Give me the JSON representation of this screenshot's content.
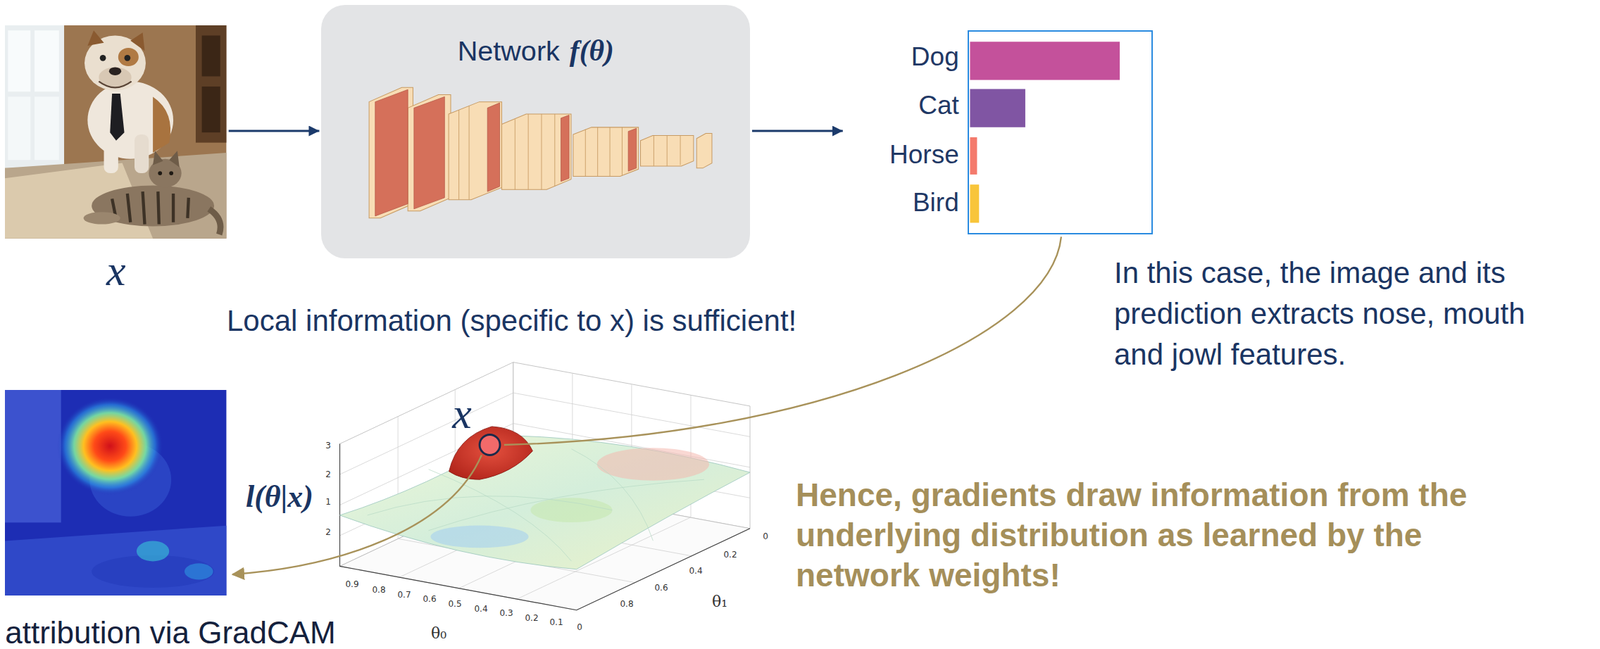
{
  "diagram": {
    "nodes": [
      {
        "text": [
          "x"
        ]
      },
      {
        "text": [
          "Network",
          "f(θ)"
        ]
      },
      {
        "text": [
          "Dog",
          "Cat",
          "Horse",
          "Bird"
        ]
      },
      {
        "text": [
          "attribution via GradCAM"
        ]
      }
    ],
    "edges": [
      {
        "from": 0,
        "to": 1,
        "arrow": "to"
      },
      {
        "from": 1,
        "to": 2,
        "arrow": "to"
      }
    ],
    "labels": [
      "Local information (specific to x) is sufficient!",
      "In this case, the image and its prediction extracts nose, mouth and jowl features.",
      "Hence, gradients draw information from the underlying distribution as learned by the network weights!",
      "x",
      "l(θ|x)",
      "θ₀",
      "θ₁",
      "3",
      "2",
      "1",
      "2",
      "0.9",
      "0.8",
      "0.7",
      "0.6",
      "0.5",
      "0.4",
      "0.3",
      "0.2",
      "0.1",
      "0",
      "0",
      "0.2",
      "0.4",
      "0.6",
      "0.8"
    ]
  }
}
